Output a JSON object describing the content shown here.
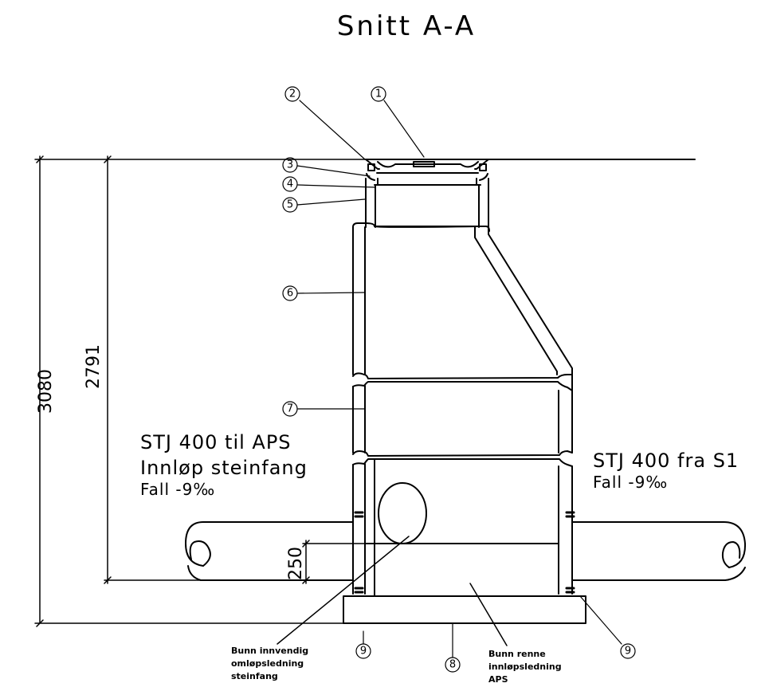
{
  "title": "Snitt A-A",
  "dimensions": {
    "total_depth": "3080",
    "depth_to_pipe_invert": "2791",
    "bottom_offset": "250"
  },
  "pipes": {
    "left_title": "STJ 400 til APS",
    "left_subtitle": "Innløp steinfang",
    "left_slope": "Fall -9‰",
    "right_title": "STJ 400 fra S1",
    "right_slope": "Fall -9‰"
  },
  "notes": {
    "bottom_internal_line1": "Bunn innvendig",
    "bottom_internal_line2": "omløpsledning",
    "bottom_internal_line3": "steinfang",
    "channel_bottom_line1": "Bunn renne",
    "channel_bottom_line2": "innløpsledning",
    "channel_bottom_line3": "APS"
  },
  "callouts": [
    "1",
    "2",
    "3",
    "4",
    "5",
    "6",
    "7",
    "8",
    "9",
    "9"
  ]
}
